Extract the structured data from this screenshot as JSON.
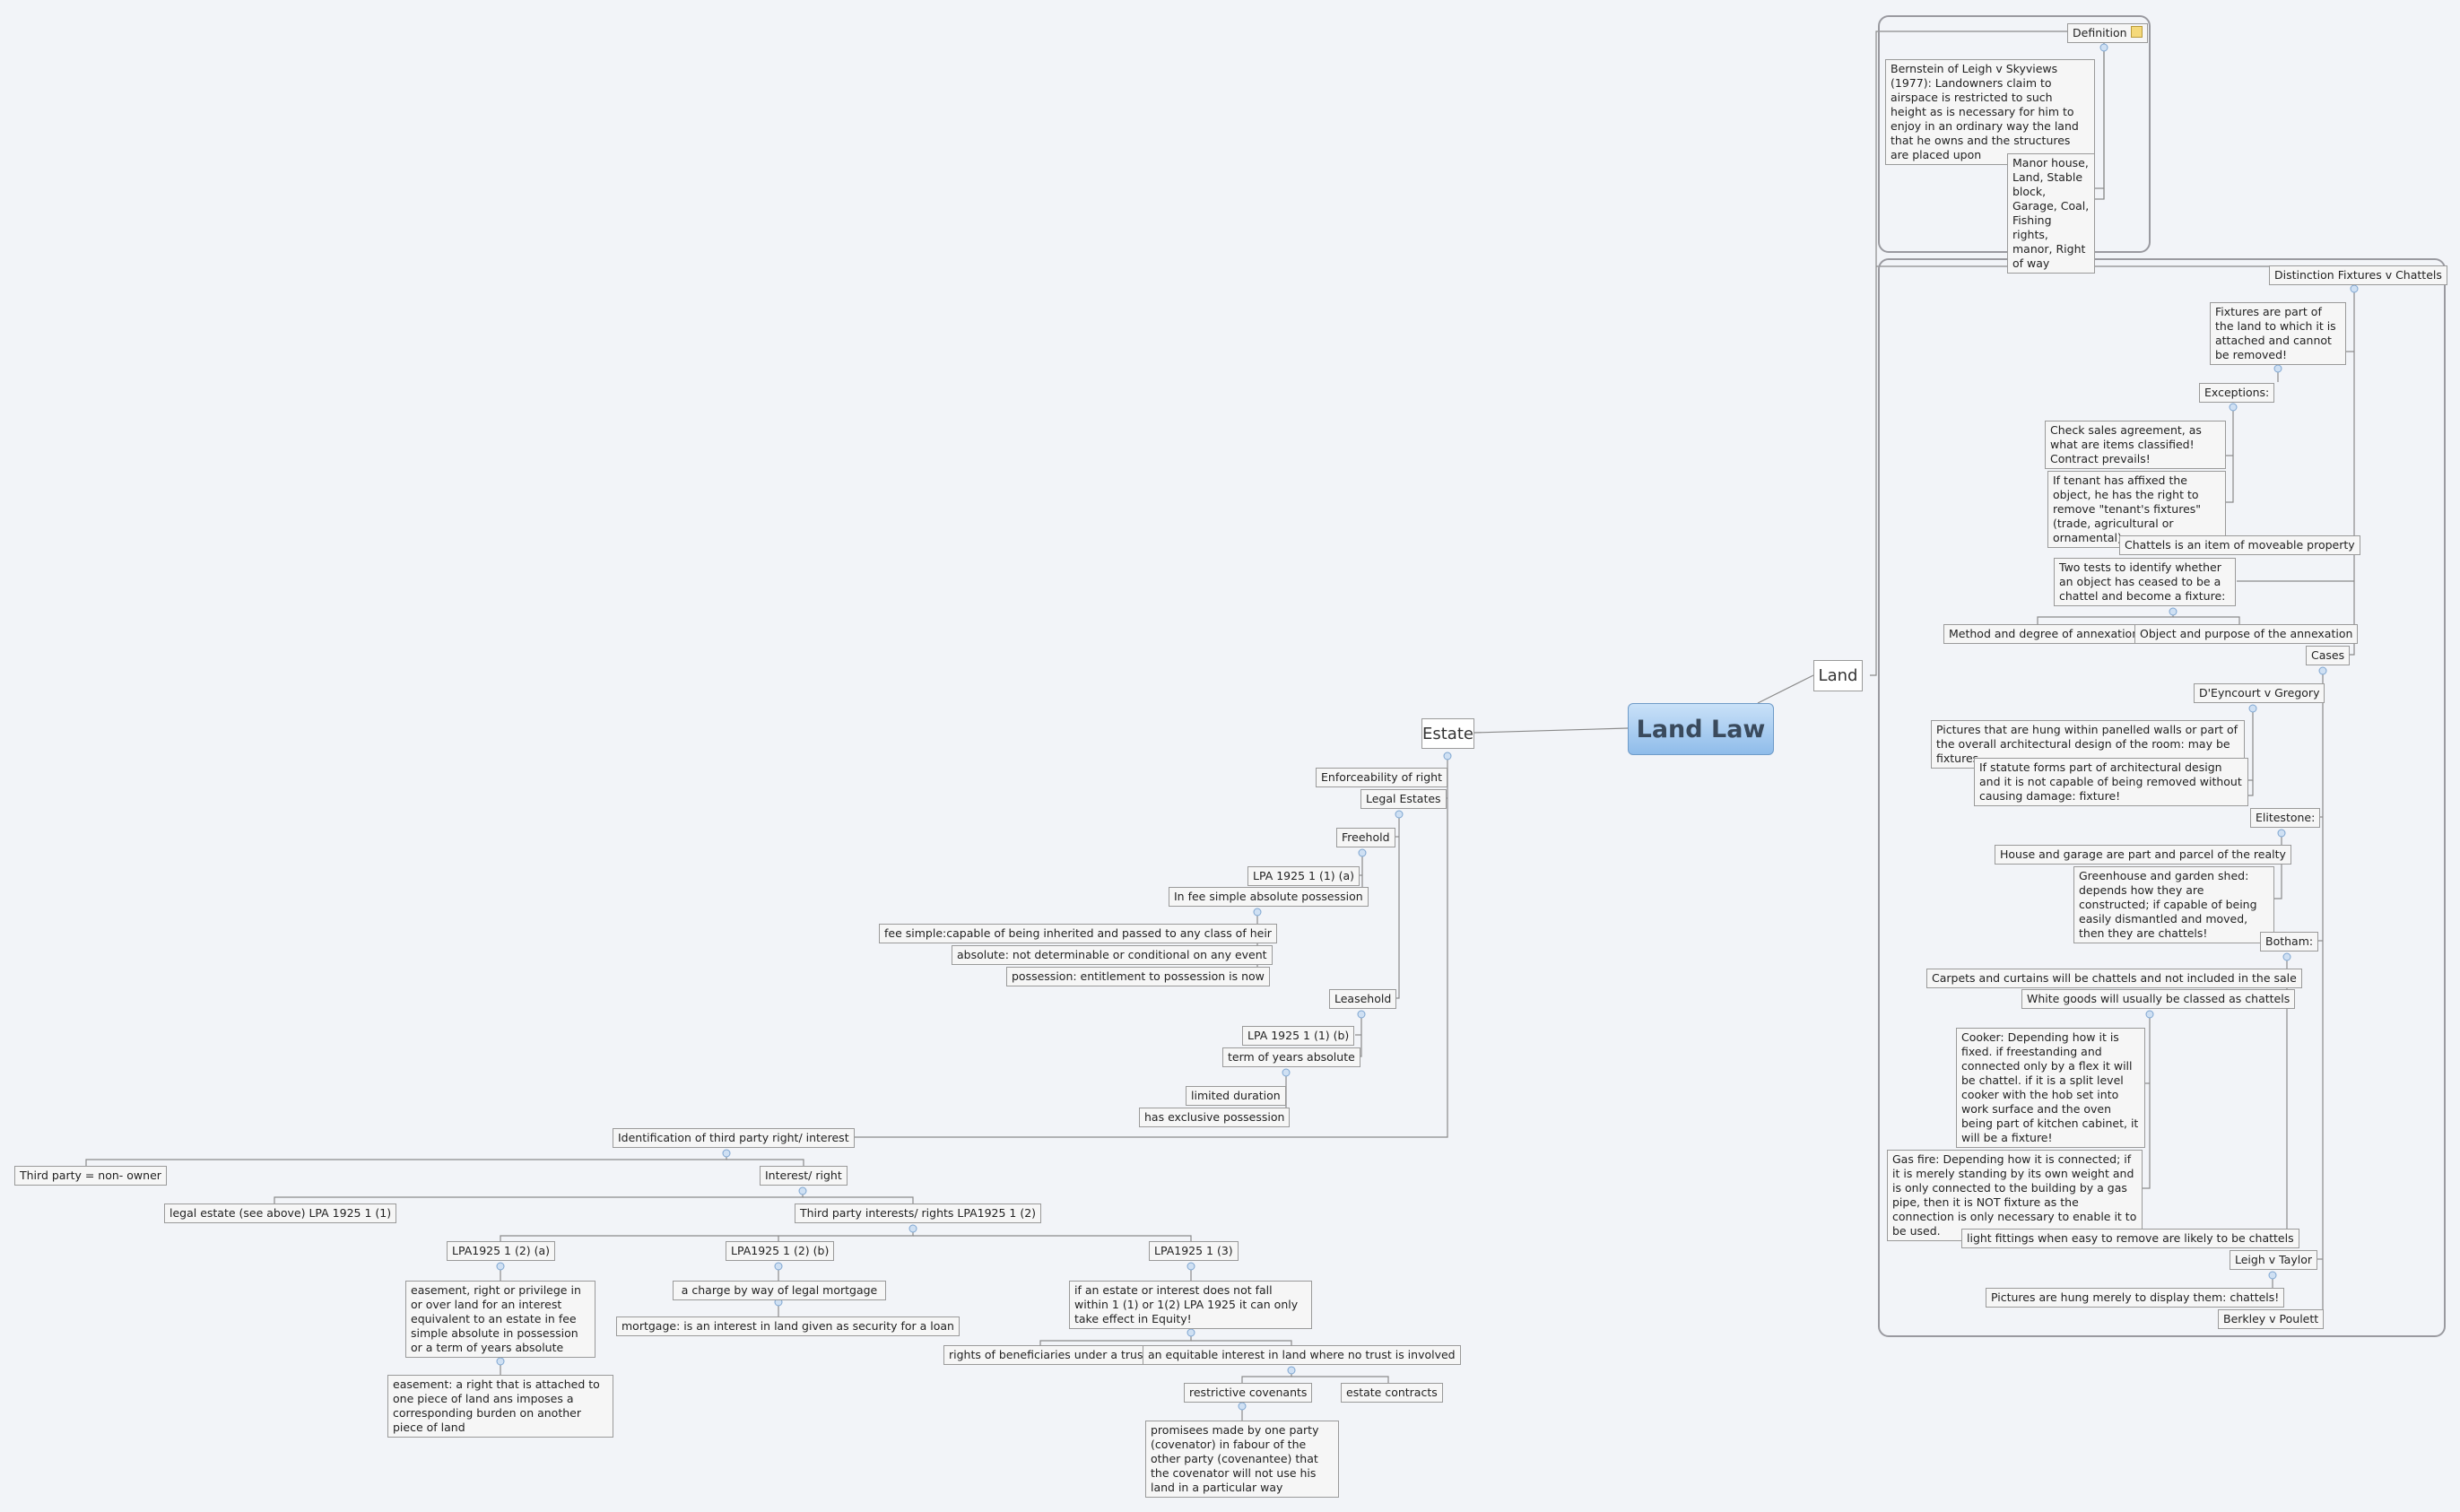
{
  "root": {
    "title": "Land Law"
  },
  "land": {
    "label": "Land",
    "definition": {
      "label": "Definition",
      "icon": "note-icon",
      "bernstein": "Bernstein of Leigh v Skyviews (1977): Landowners claim to airspace is restricted to such height as is necessary for him to enjoy in an ordinary way the land that he owns and the structures are placed upon",
      "manor": "Manor house, Land, Stable block, Garage, Coal, Fishing rights, manor, Right of way"
    },
    "distinction": {
      "label": "Distinction Fixtures v Chattels",
      "fixtures": "Fixtures are part of the land to which it is attached and cannot be removed!",
      "exceptions": "Exceptions:",
      "check_sales": "Check sales agreement, as what are items classified! Contract prevails!",
      "tenant": "If tenant has affixed the object, he has the right to remove \"tenant's fixtures\" (trade, agricultural or ornamental).",
      "chattels": "Chattels is an item of moveable property",
      "two_tests": "Two tests to identify whether an object has ceased to be a chattel and become a fixture:",
      "method": "Method and degree of annexation",
      "object": "Object and purpose of the annexation",
      "cases": "Cases",
      "deyncourt": "D'Eyncourt v Gregory",
      "pictures_panelled": "Pictures that are hung within panelled walls or part of the overall architectural design of the room: may be fixtures",
      "statute": "If statute forms part of architectural design and it is not capable of being removed without causing damage: fixture!",
      "elitestone": "Elitestone:",
      "house_garage": "House and garage are part and parcel of the realty",
      "greenhouse": "Greenhouse and garden shed: depends how they are constructed; if capable of being easily dismantled and moved, then they are chattels!",
      "botham": "Botham:",
      "carpets": "Carpets and curtains will be chattels and not included in the sale",
      "white_goods": "White goods will usually be classed as chattels",
      "cooker": "Cooker: Depending how it is fixed. if freestanding and connected only by a flex it will be chattel. if it is a split level cooker with the hob set into work surface and the oven being part of kitchen cabinet, it will be a fixture!",
      "gas_fire": "Gas fire: Depending how it is connected; if it is merely standing by its own weight and is only connected to the building by a gas pipe, then it is NOT fixture as the connection is only necessary to enable it to be used.",
      "light_fittings": "light fittings when easy to remove are likely to be chattels",
      "leigh_taylor": "Leigh v Taylor",
      "pictures_display": "Pictures are hung merely to display them: chattels!",
      "berkley": "Berkley v Poulett"
    }
  },
  "estate": {
    "label": "Estate",
    "enforceability": "Enforceability of right",
    "legal_estates": "Legal Estates",
    "freehold": "Freehold",
    "lpa_1a": "LPA 1925 1 (1) (a)",
    "fee_simple_abs": "In fee simple absolute possession",
    "fee_simple_def": "fee simple:capable of being inherited and passed to any class of heir",
    "absolute_def": "absolute: not determinable or conditional on any event",
    "possession_def": "possession: entitlement to possession is now",
    "leasehold": "Leasehold",
    "lpa_1b": "LPA 1925 1 (1) (b)",
    "term_years": "term of years absolute",
    "limited_duration": "limited duration",
    "exclusive_possession": "has exclusive possession",
    "identification": "Identification of third party right/ interest",
    "third_party_non_owner": "Third party = non- owner",
    "interest_right": "Interest/ right",
    "legal_estate_above": "legal estate (see above) LPA 1925 1 (1)",
    "third_party_interests": "Third party interests/ rights LPA1925 1 (2)",
    "lpa_2a": "LPA1925 1 (2) (a)",
    "easement_right": "easement, right or privilege in or over land for an interest equivalent to an estate in fee simple absolute in possession or a term of years absolute",
    "easement_def": "easement: a right that is attached to one piece of land ans imposes a corresponding burden on another piece of land",
    "lpa_2b": "LPA1925 1 (2) (b)",
    "charge": "a charge by way of legal mortgage",
    "mortgage_def": "mortgage: is an interest in land given as security for a loan",
    "lpa_3": "LPA1925 1 (3)",
    "equity_text": "if an estate or interest does not fall within 1 (1) or 1(2) LPA 1925 it can only take effect in Equity!",
    "beneficiaries": "rights of beneficiaries under a trust",
    "equitable_interest": "an equitable interest in land where no trust is involved",
    "restrictive_covenants": "restrictive covenants",
    "estate_contracts": "estate contracts",
    "promises": "promisees made by one party (covenator) in fabour of the other party (covenantee) that the covenator will not use his land in a particular way"
  }
}
